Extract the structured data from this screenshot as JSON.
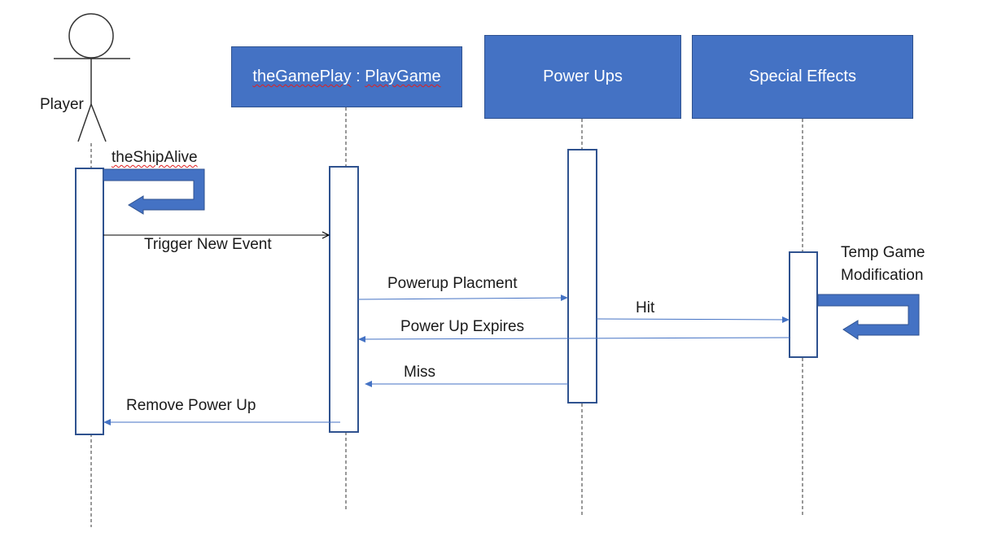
{
  "actor": {
    "label": "Player"
  },
  "participants": {
    "game_play": {
      "name": "theGamePlay",
      "separator": " : ",
      "type": "PlayGame"
    },
    "power_ups": {
      "label": "Power Ups"
    },
    "special_effects": {
      "label": "Special Effects"
    }
  },
  "messages": {
    "the_ship_alive": "theShipAlive",
    "trigger_new_event": "Trigger New Event",
    "powerup_placement": "Powerup Placment",
    "hit": "Hit",
    "power_up_expires": "Power Up Expires",
    "miss": "Miss",
    "remove_power_up": "Remove Power Up",
    "temp_game_modification_line1": "Temp Game",
    "temp_game_modification_line2": "Modification"
  },
  "colors": {
    "header_fill": "#4472C4",
    "header_border": "#2F528F",
    "activation_border": "#2F528F",
    "arrow_blue": "#4472C4",
    "spell_underline": "#e02020"
  }
}
